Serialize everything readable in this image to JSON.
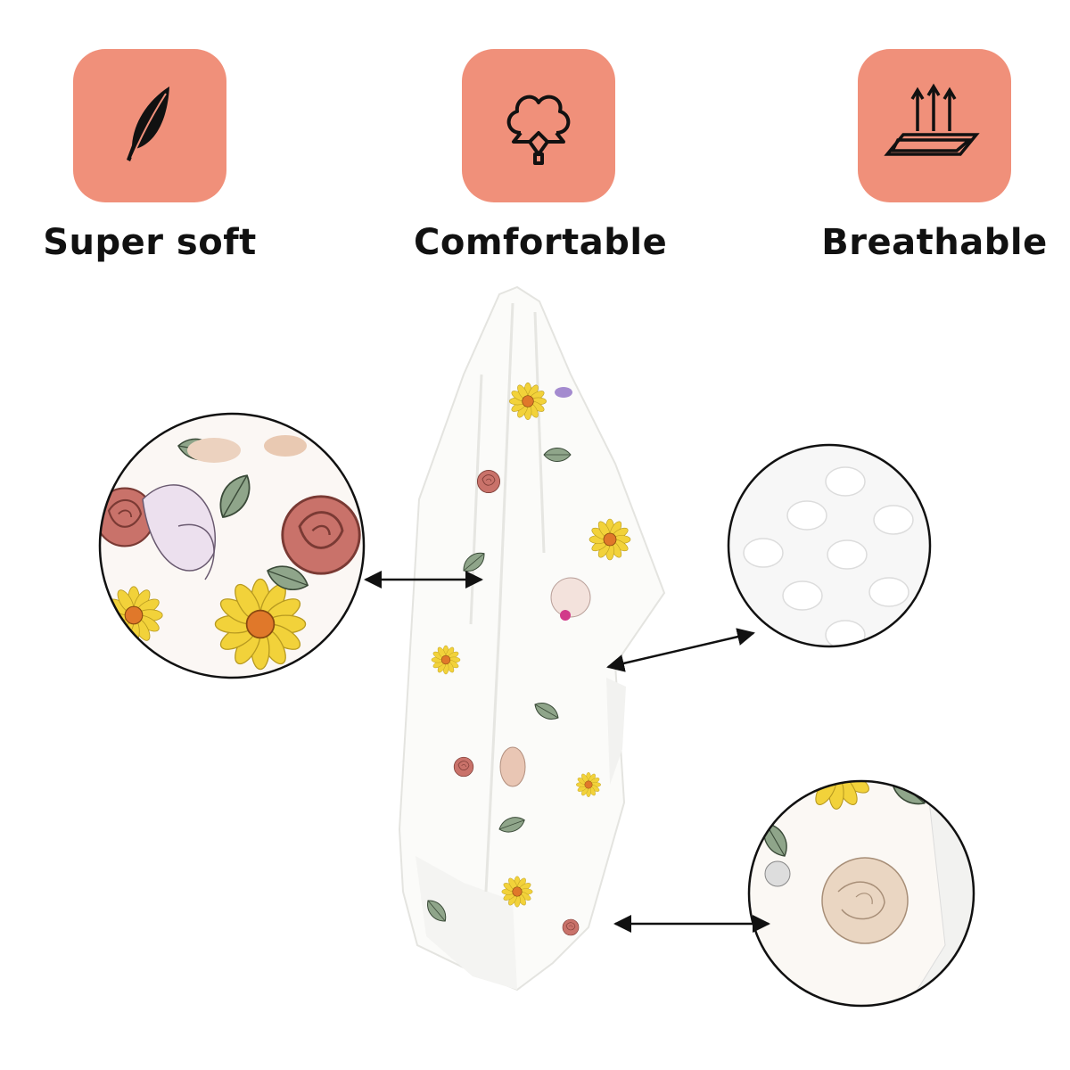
{
  "features": [
    {
      "label": "Super soft",
      "icon": "feather-icon"
    },
    {
      "label": "Comfortable",
      "icon": "cotton-icon"
    },
    {
      "label": "Breathable",
      "icon": "breathable-layer-icon"
    }
  ],
  "colors": {
    "accent": "#f0907a",
    "text": "#111111"
  }
}
